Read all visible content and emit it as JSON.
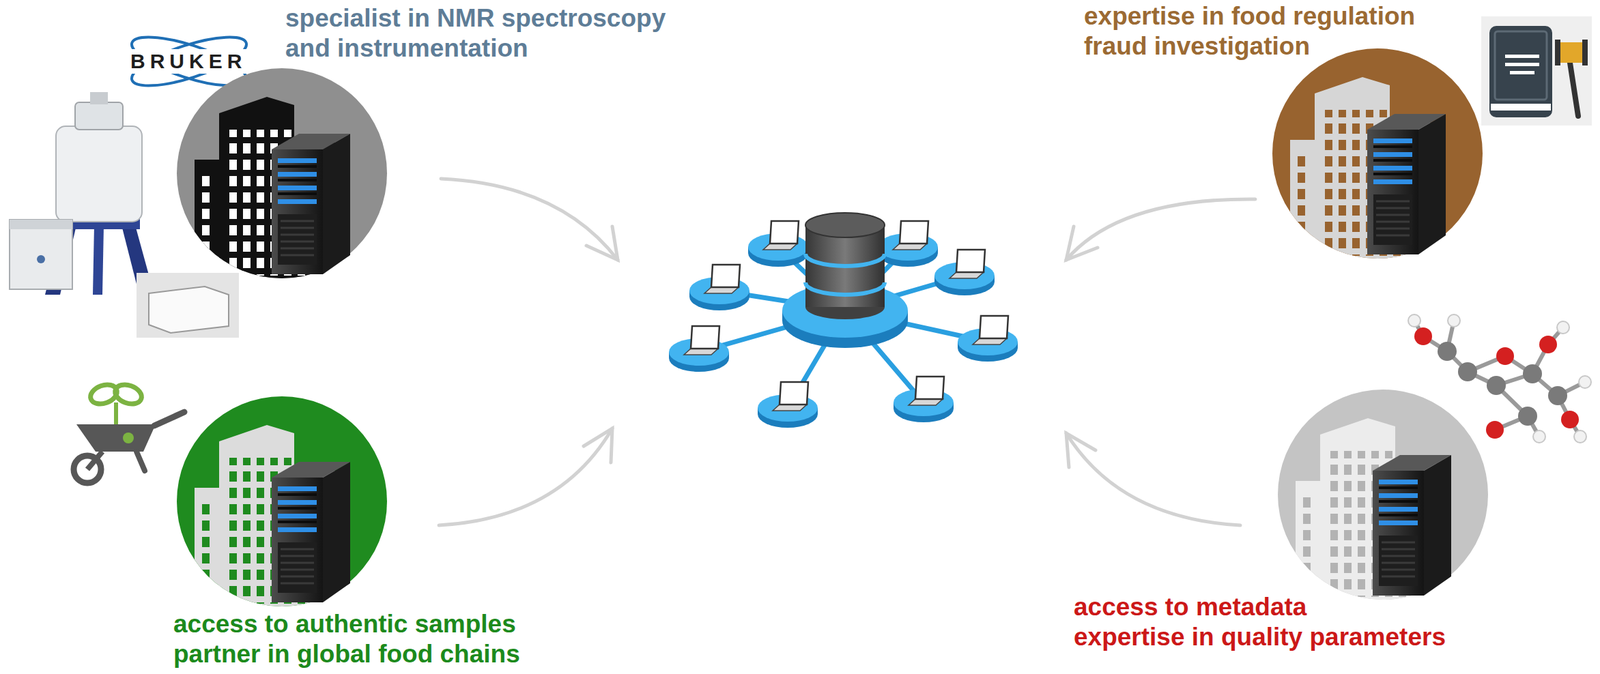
{
  "diagram": {
    "nodes": [
      {
        "text": [
          "specialist in NMR spectroscopy and instrumentation"
        ]
      },
      {
        "text": [
          "expertise in food regulation",
          "fraud investigation"
        ]
      },
      {
        "text": [
          "access to authentic samples",
          "partner in global food chains"
        ]
      },
      {
        "text": [
          "access to metadata",
          "expertise in quality parameters"
        ]
      }
    ],
    "labels": [
      "BRUKER"
    ]
  }
}
